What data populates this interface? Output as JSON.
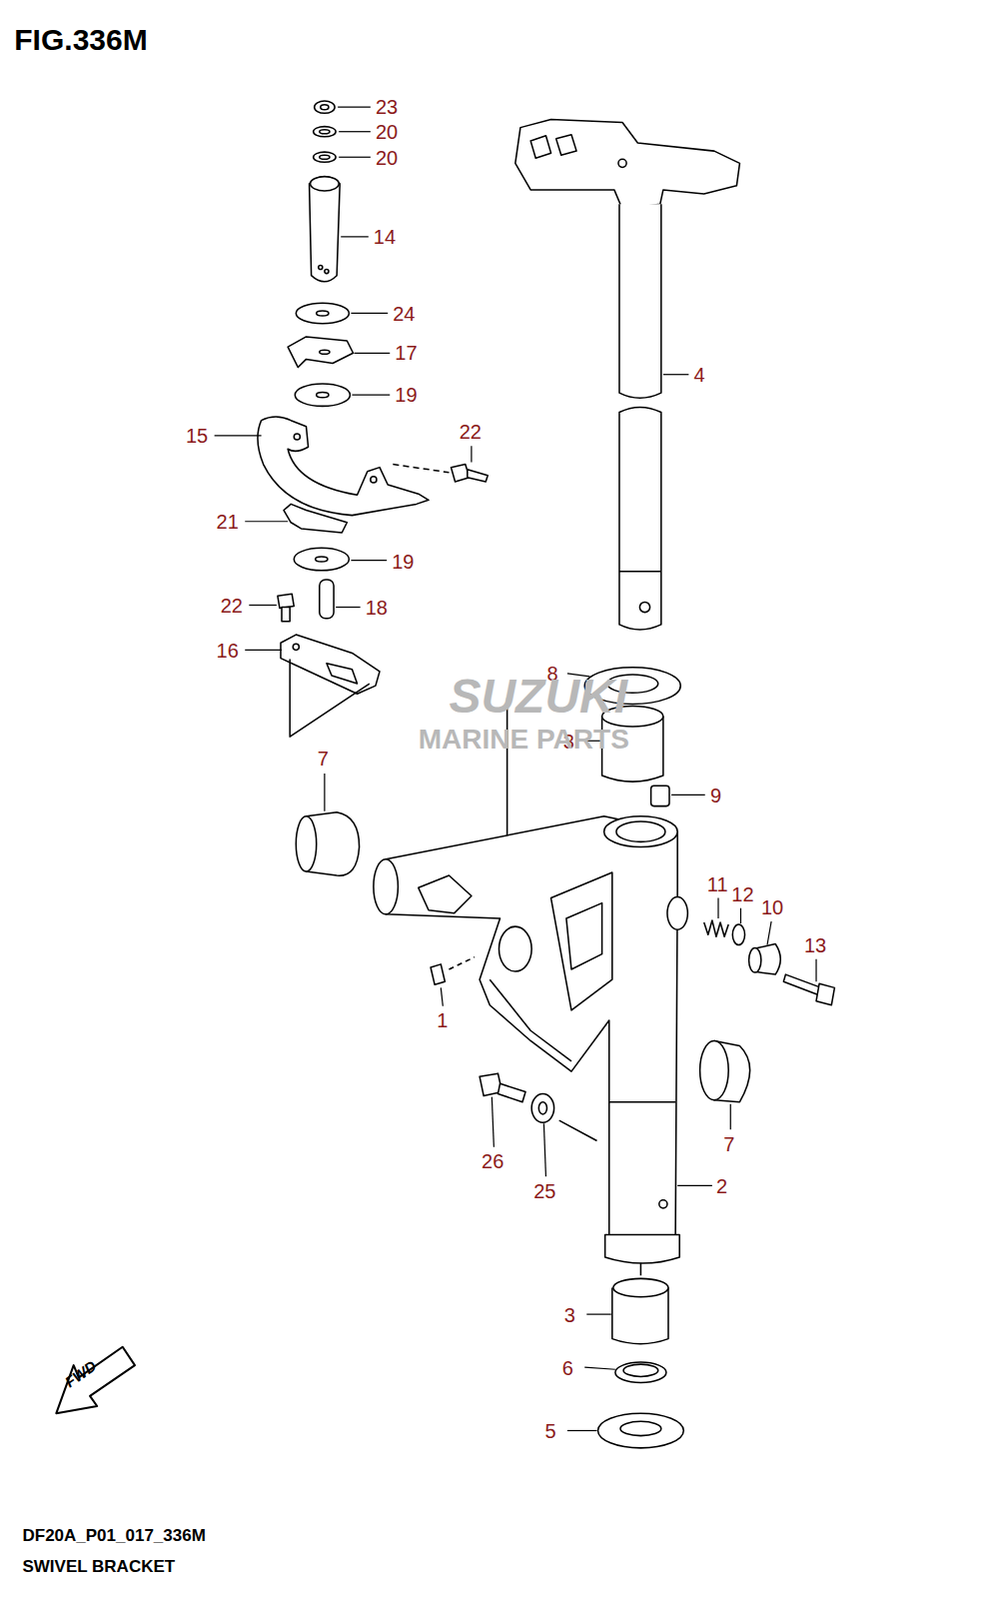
{
  "diagram": {
    "title": "FIG.336M",
    "caption": "SWIVEL BRACKET",
    "labels": [
      "23",
      "20",
      "20",
      "14",
      "24",
      "17",
      "19",
      "4",
      "15",
      "22",
      "21",
      "19",
      "22",
      "18",
      "16",
      "8",
      "3",
      "7",
      "9",
      "11",
      "12",
      "10",
      "13",
      "1",
      "7",
      "26",
      "2",
      "25",
      "3",
      "6",
      "5",
      "SUZUKI",
      "MARINE PARTS",
      "FWD",
      "DF20A_P01_017_336M"
    ]
  }
}
